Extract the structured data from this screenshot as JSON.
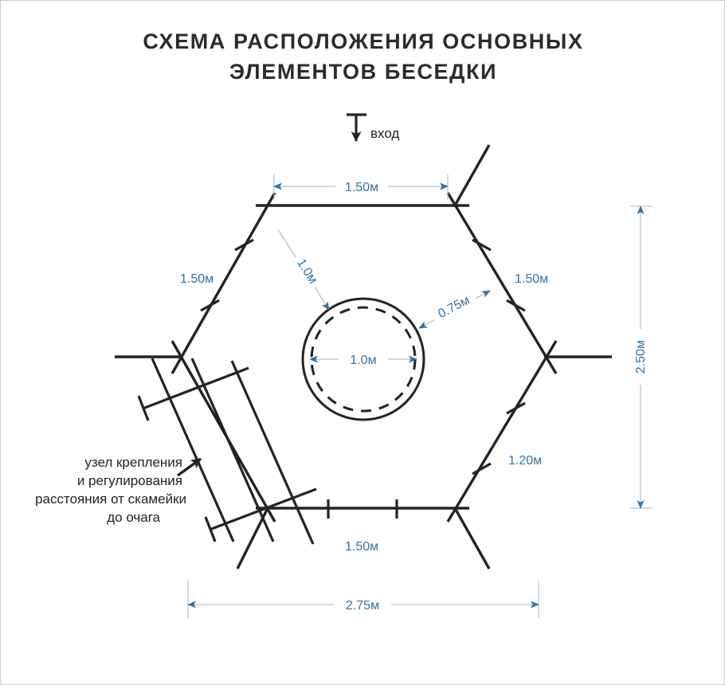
{
  "page": {
    "title_line1": "СХЕМА РАСПОЛОЖЕНИЯ ОСНОВНЫХ",
    "title_line2": "ЭЛЕМЕНТОВ БЕСЕДКИ",
    "title_full": "СХЕМА РАСПОЛОЖЕНИЯ ОСНОВНЫХ ЭЛЕМЕНТОВ БЕСЕДКИ",
    "background_color": "#ffffff",
    "border_color": "#c8c8c8"
  },
  "colors": {
    "dimension_blue": "#2e74a8",
    "structure_black": "#232323",
    "extension_gray": "#b9c2cb",
    "text_dark": "#1f1f1f"
  },
  "entrance": {
    "label": "вход",
    "arrow_direction": "down"
  },
  "firepit": {
    "diameter_label": "1.0м",
    "outer_style": "solid",
    "inner_style": "dashed"
  },
  "dimensions": {
    "top_bench": "1.50м",
    "upper_left_bench": "1.50м",
    "upper_right_bench": "1.50м",
    "lower_right_bench": "1.20м",
    "bottom_bench": "1.50м",
    "firepit_diameter": "1.0м",
    "bench_to_firepit_left": "1.0м",
    "bench_to_firepit_right": "0.75м",
    "overall_height": "2.50м",
    "overall_width": "2.75м"
  },
  "annotation": {
    "line1": "узел крепления",
    "line2": "и регулирования",
    "line3": "расстояния от скамейки",
    "line4": "до очага",
    "full_text": "узел крепления и регулирования расстояния от скамейки до очага",
    "arrow_direction": "up-right"
  },
  "chart_data": {
    "type": "diagram",
    "title": "СХЕМА РАСПОЛОЖЕНИЯ ОСНОВНЫХ ЭЛЕМЕНТОВ БЕСЕДКИ",
    "shape": "hexagon",
    "elements": [
      {
        "name": "очаг",
        "type": "circle",
        "diameter": "1.0м"
      },
      {
        "name": "скамейка верхняя",
        "length": "1.50м"
      },
      {
        "name": "скамейка верхняя левая",
        "length": "1.50м"
      },
      {
        "name": "скамейка верхняя правая",
        "length": "1.50м"
      },
      {
        "name": "скамейка нижняя правая",
        "length": "1.20м"
      },
      {
        "name": "скамейка нижняя",
        "length": "1.50м"
      }
    ],
    "overall": {
      "width": "2.75м",
      "height": "2.50м"
    }
  }
}
